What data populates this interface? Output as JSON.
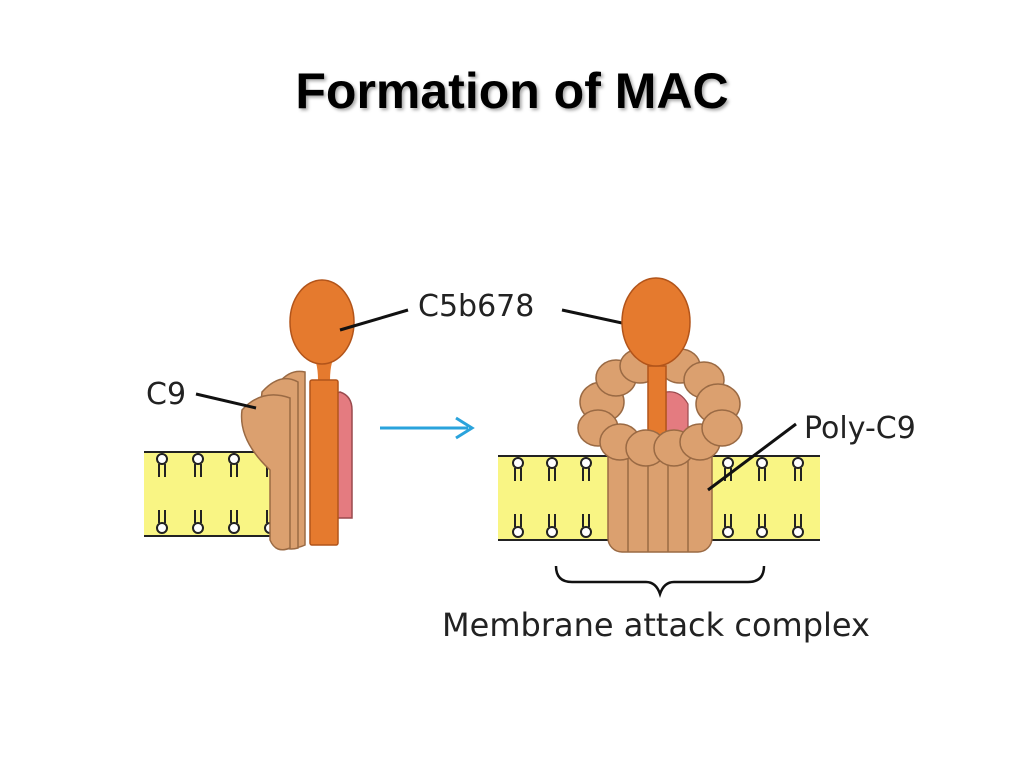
{
  "slide": {
    "title": "Formation of MAC"
  },
  "diagram": {
    "labels": {
      "c9": "C9",
      "c5b678": "C5b678",
      "poly_c9": "Poly-C9",
      "mac": "Membrane attack complex"
    },
    "colors": {
      "membrane_fill": "#f9f584",
      "lipid_head": "#ffffff",
      "c5b678_orange": "#e57a2e",
      "c9_tan": "#dba06f",
      "c9_edge": "#9a6a44",
      "pink_subunit": "#e47b80",
      "arrow_blue": "#2aa3dc"
    },
    "icons": {
      "reaction_arrow": "right-arrow-icon",
      "complex_brace": "curly-brace-icon"
    }
  }
}
